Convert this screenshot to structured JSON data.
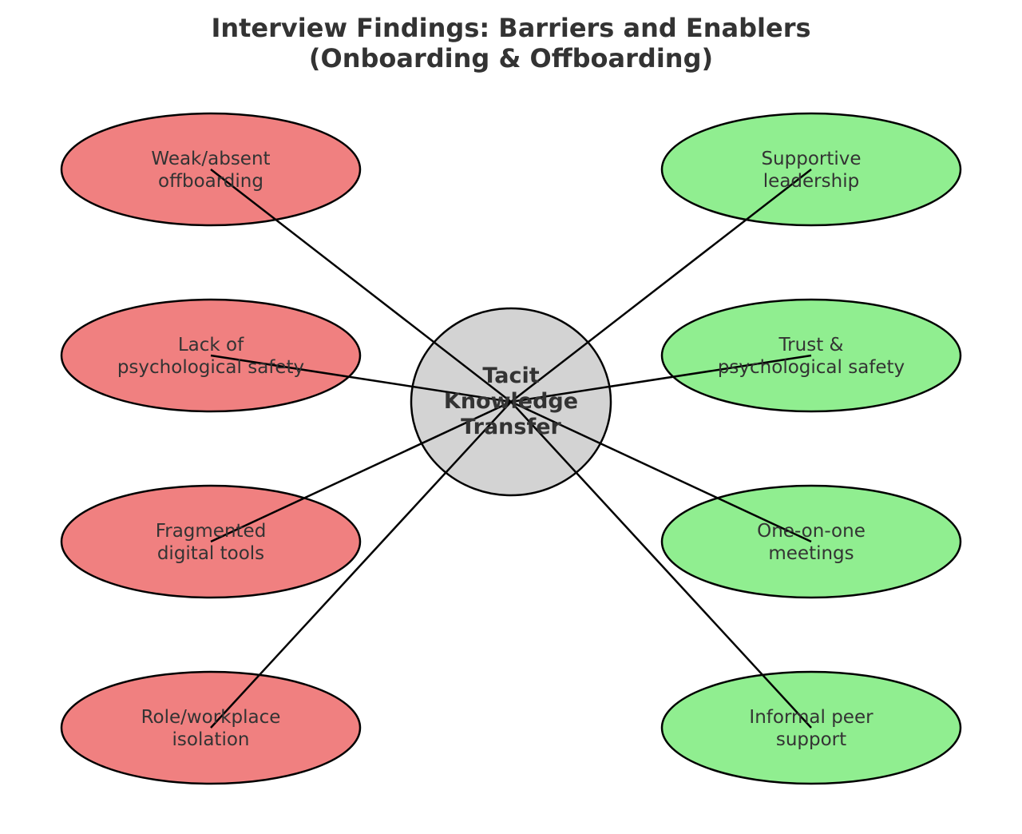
{
  "title": {
    "line1": "Interview Findings: Barriers and Enablers",
    "line2": "(Onboarding & Offboarding)"
  },
  "center": {
    "lines": [
      "Tacit",
      "Knowledge",
      "Transfer"
    ],
    "color": "#d3d3d3"
  },
  "barriers": {
    "color": "#f08080",
    "items": [
      {
        "lines": [
          "Weak/absent",
          "offboarding"
        ]
      },
      {
        "lines": [
          "Lack of",
          "psychological safety"
        ]
      },
      {
        "lines": [
          "Fragmented",
          "digital tools"
        ]
      },
      {
        "lines": [
          "Role/workplace",
          "isolation"
        ]
      }
    ]
  },
  "enablers": {
    "color": "#90ee90",
    "items": [
      {
        "lines": [
          "Supportive",
          "leadership"
        ]
      },
      {
        "lines": [
          "Trust &",
          "psychological safety"
        ]
      },
      {
        "lines": [
          "One-on-one",
          "meetings"
        ]
      },
      {
        "lines": [
          "Informal peer",
          "support"
        ]
      }
    ]
  }
}
